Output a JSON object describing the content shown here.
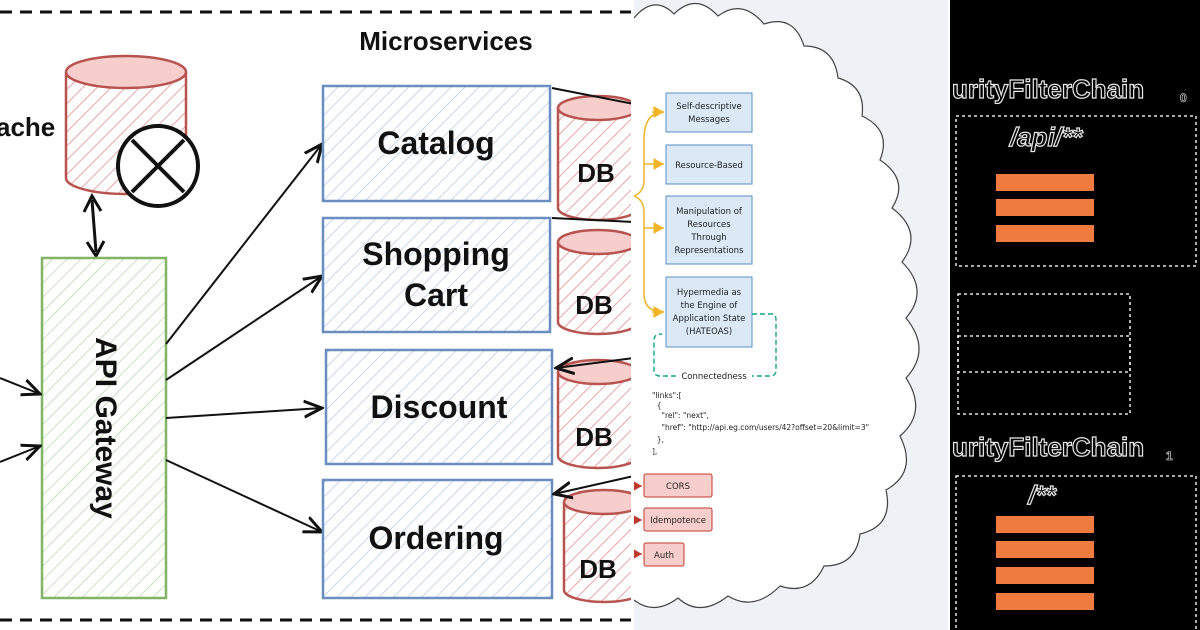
{
  "microservices_diagram": {
    "title": "Microservices",
    "cache_label": "ache",
    "gateway_label": "API Gateway",
    "services": [
      {
        "line1": "Catalog",
        "line2": ""
      },
      {
        "line1": "Shopping",
        "line2": "Cart"
      },
      {
        "line1": "Discount",
        "line2": ""
      },
      {
        "line1": "Ordering",
        "line2": ""
      }
    ],
    "db_label": "DB"
  },
  "rest_diagram": {
    "constraints": [
      {
        "lines": [
          "Self-descriptive",
          "Messages"
        ]
      },
      {
        "lines": [
          "Resource-Based"
        ]
      },
      {
        "lines": [
          "Manipulation of",
          "Resources",
          "Through",
          "Representations"
        ]
      },
      {
        "lines": [
          "Hypermedia as",
          "the Engine of",
          "Application State",
          "(HATEOAS)"
        ]
      }
    ],
    "connectedness_label": "Connectedness",
    "code_lines": [
      "\"links\":[",
      "  {",
      "    \"rel\": \"next\",",
      "    \"href\": \"http://api.eg.com/users/42?offset=20&limit=3\"",
      "  },",
      "],"
    ],
    "extras": [
      "CORS",
      "Idempotence",
      "Auth"
    ]
  },
  "security_diagram": {
    "chain1_label": "urityFilterChain",
    "chain1_sub": "0",
    "chain1_pattern": "/api/**",
    "chain2_label": "urityFilterChain",
    "chain2_sub": "1",
    "chain2_pattern": "/**"
  },
  "colors": {
    "service_fill": "#dae8fc",
    "service_stroke": "#6c8ebf",
    "db_stroke": "#b85450",
    "db_fill": "#f8cecc",
    "gateway_fill": "#d5e8d4",
    "gateway_stroke": "#82b366",
    "rest_box_fill": "#dbe9f7",
    "rest_box_stroke": "#5b8fc7",
    "brace": "#f0b429",
    "connect": "#14a38b",
    "extra_fill": "#f8cecc",
    "extra_stroke": "#c0392b",
    "filter_bar": "#f07b3f",
    "dashed_white": "#e6e6e6"
  }
}
